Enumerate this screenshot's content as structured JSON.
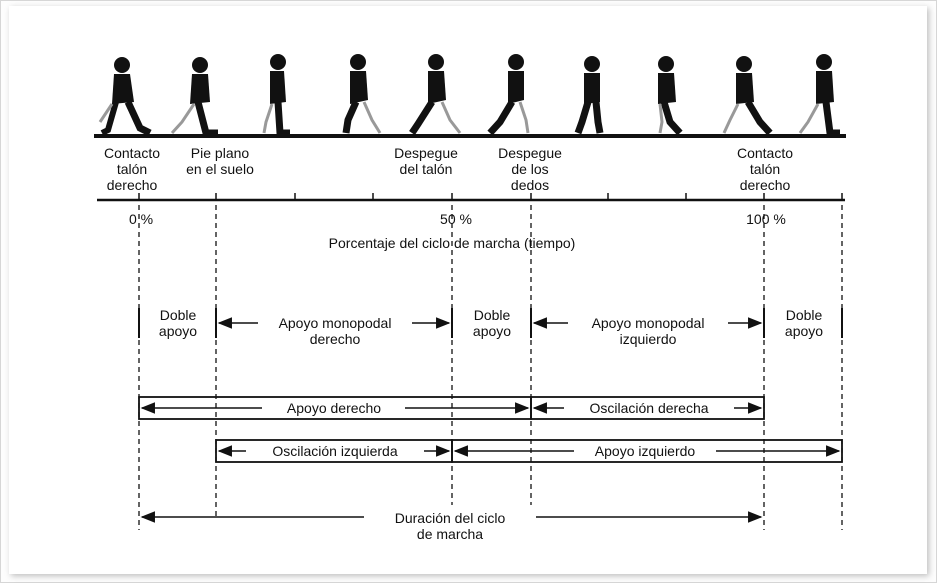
{
  "events": [
    {
      "id": "contacto-talon-derecho-start",
      "label": "Contacto\ntalón\nderecho"
    },
    {
      "id": "pie-plano",
      "label": "Pie plano\nen el suelo"
    },
    {
      "id": "despegue-talon",
      "label": "Despegue\ndel talón"
    },
    {
      "id": "despegue-dedos",
      "label": "Despegue\nde los\ndedos"
    },
    {
      "id": "contacto-talon-derecho-end",
      "label": "Contacto\ntalón\nderecho"
    }
  ],
  "percent_labels": {
    "start": "0 %",
    "mid": "50 %",
    "end": "100 %"
  },
  "axis_title": "Porcentaje del ciclo de marcha (tiempo)",
  "phases": {
    "doble_apoyo_1": "Doble\napoyo",
    "apoyo_monopodal_derecho": "Apoyo monopodal\nderecho",
    "doble_apoyo_2": "Doble\napoyo",
    "apoyo_monopodal_izquierdo": "Apoyo monopodal\nizquierdo",
    "doble_apoyo_3": "Doble\napoyo"
  },
  "bars": {
    "apoyo_derecho": "Apoyo derecho",
    "oscilacion_derecha": "Oscilación derecha",
    "oscilacion_izquierda": "Oscilación izquierda",
    "apoyo_izquierdo": "Apoyo izquierdo"
  },
  "cycle_duration": "Duración del ciclo\nde marcha"
}
